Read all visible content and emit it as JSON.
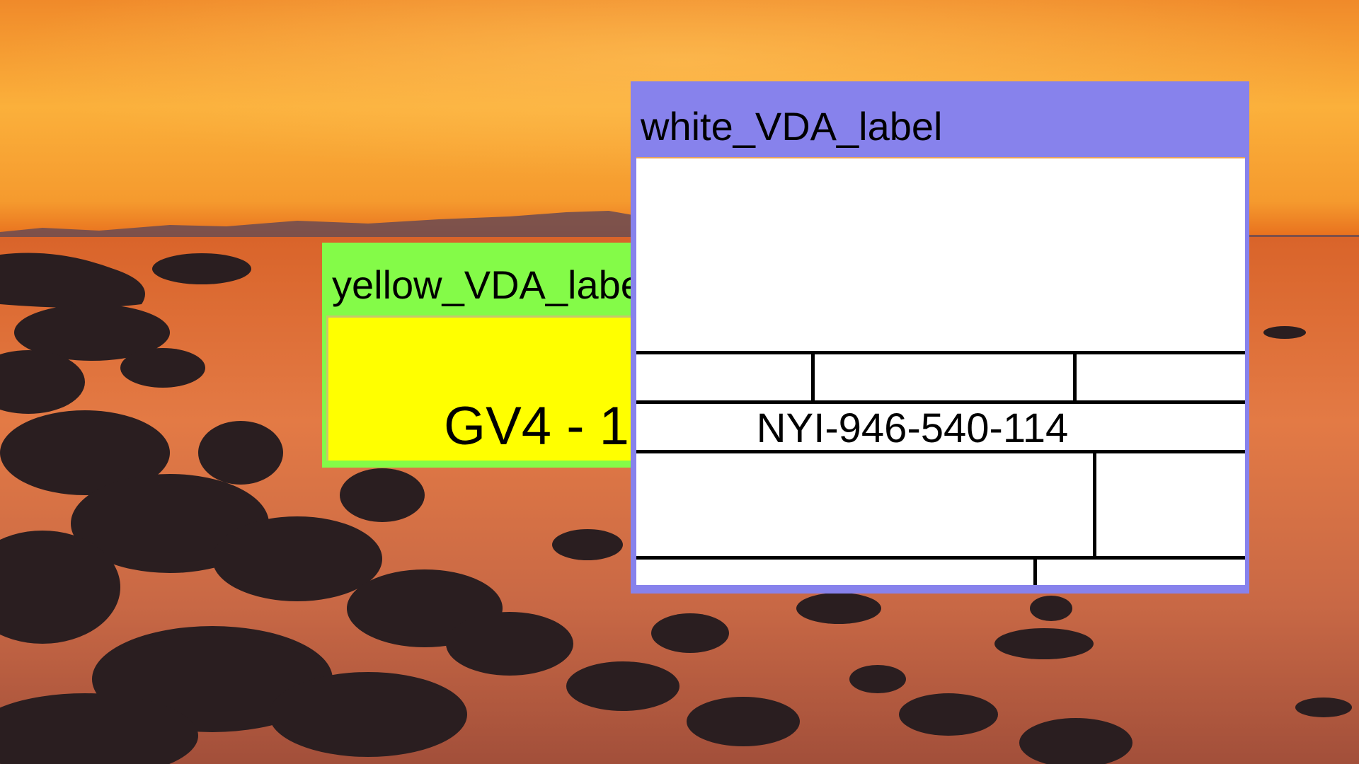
{
  "colors": {
    "yellow_window_frame": "#84fb48",
    "yellow_label_fill": "#ffff00",
    "white_window_frame": "#8782ec",
    "white_label_fill": "#ffffff"
  },
  "yellow_window": {
    "title": "yellow_VDA_label",
    "code": "GV4 - 1"
  },
  "white_window": {
    "title": "white_VDA_label",
    "tracking_number": "NYI-946-540-114"
  },
  "background": {
    "icon": "sunset-rocky-shore-wallpaper"
  }
}
